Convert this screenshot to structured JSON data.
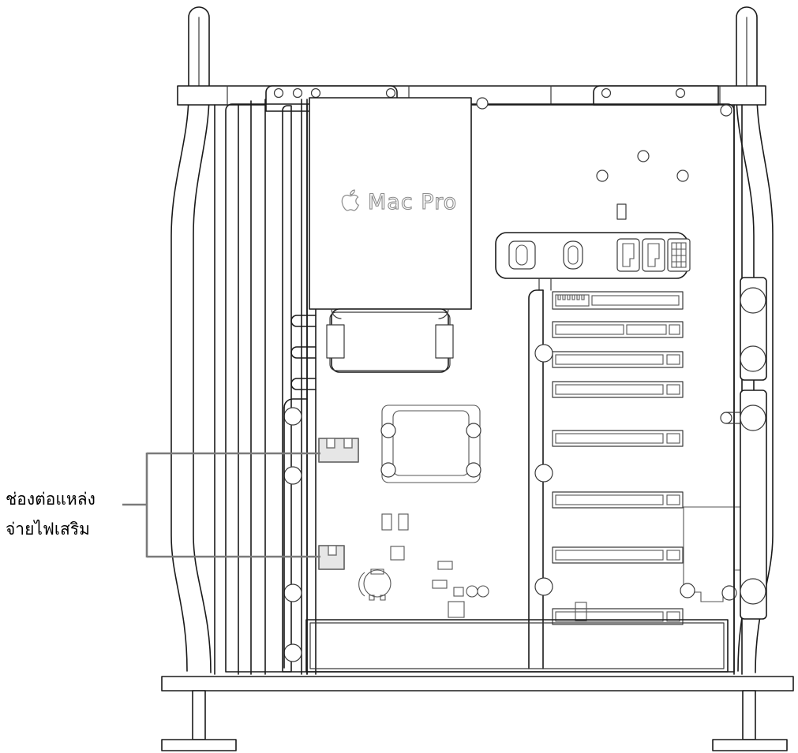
{
  "illustration": {
    "title": "Mac Pro interior side view",
    "device_brand_logo": "apple-logo",
    "device_name": "Mac Pro",
    "view": "side panel removed, tower orientation with feet",
    "line_color": "#1a1a1a",
    "highlight_fill": "#e6e6e6",
    "highlight_stroke": "#6e6e6e",
    "leader_color": "#7a7a7a",
    "background": "#ffffff"
  },
  "callout": {
    "label_line_1": "ช่องต่อแหล่ง",
    "label_line_2": "จ่ายไฟเสริม",
    "label_full": "ช่องต่อแหล่งจ่ายไฟเสริม",
    "targets": 2,
    "target_names": [
      "upper-aux-power-connector",
      "lower-aux-power-connector"
    ]
  },
  "psu": {
    "brand_text": "Mac Pro",
    "logo": "apple-logo"
  },
  "io_ports": [
    {
      "name": "headphone-jack-port",
      "type": "rounded-rect"
    },
    {
      "name": "usb-c-port",
      "type": "oval"
    },
    {
      "name": "thunderbolt-port-1",
      "type": "usb-a"
    },
    {
      "name": "thunderbolt-port-2",
      "type": "usb-a"
    },
    {
      "name": "ethernet-port",
      "type": "grid"
    }
  ],
  "pcie_slots": {
    "count": 8,
    "labels": [
      "slot-1",
      "slot-2",
      "slot-3",
      "slot-4",
      "slot-5",
      "slot-6",
      "slot-7",
      "slot-8"
    ]
  },
  "components": {
    "cpu_socket": "cpu-socket-bracket",
    "coin_battery": "coin-cell-battery",
    "installed_card": "installed-pcie-card",
    "retention_bars": 2,
    "thumbscrews": 4,
    "feet": 2,
    "handles": 2
  }
}
